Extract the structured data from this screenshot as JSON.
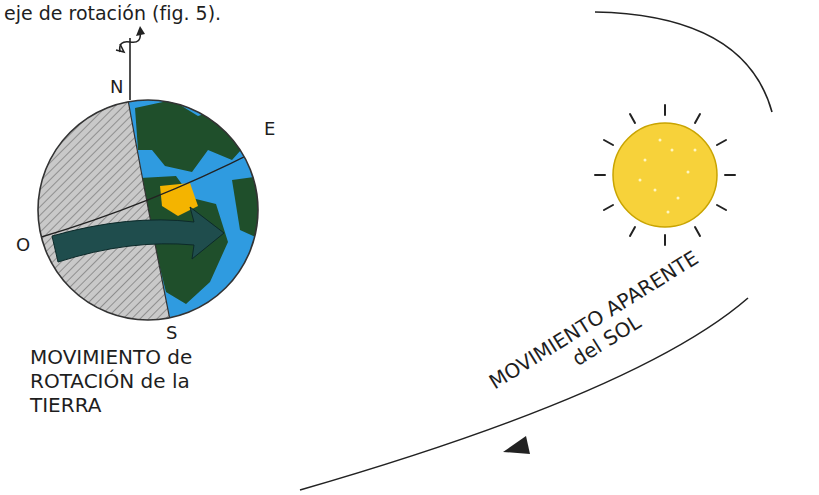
{
  "diagram": {
    "labels": [
      "eje de rotación (fig. 5).",
      "N",
      "E",
      "O",
      "S",
      "MOVIMIENTO de ROTACIÓN de la TIERRA",
      "MOVIMIENTO APARENTE del SOL"
    ]
  }
}
